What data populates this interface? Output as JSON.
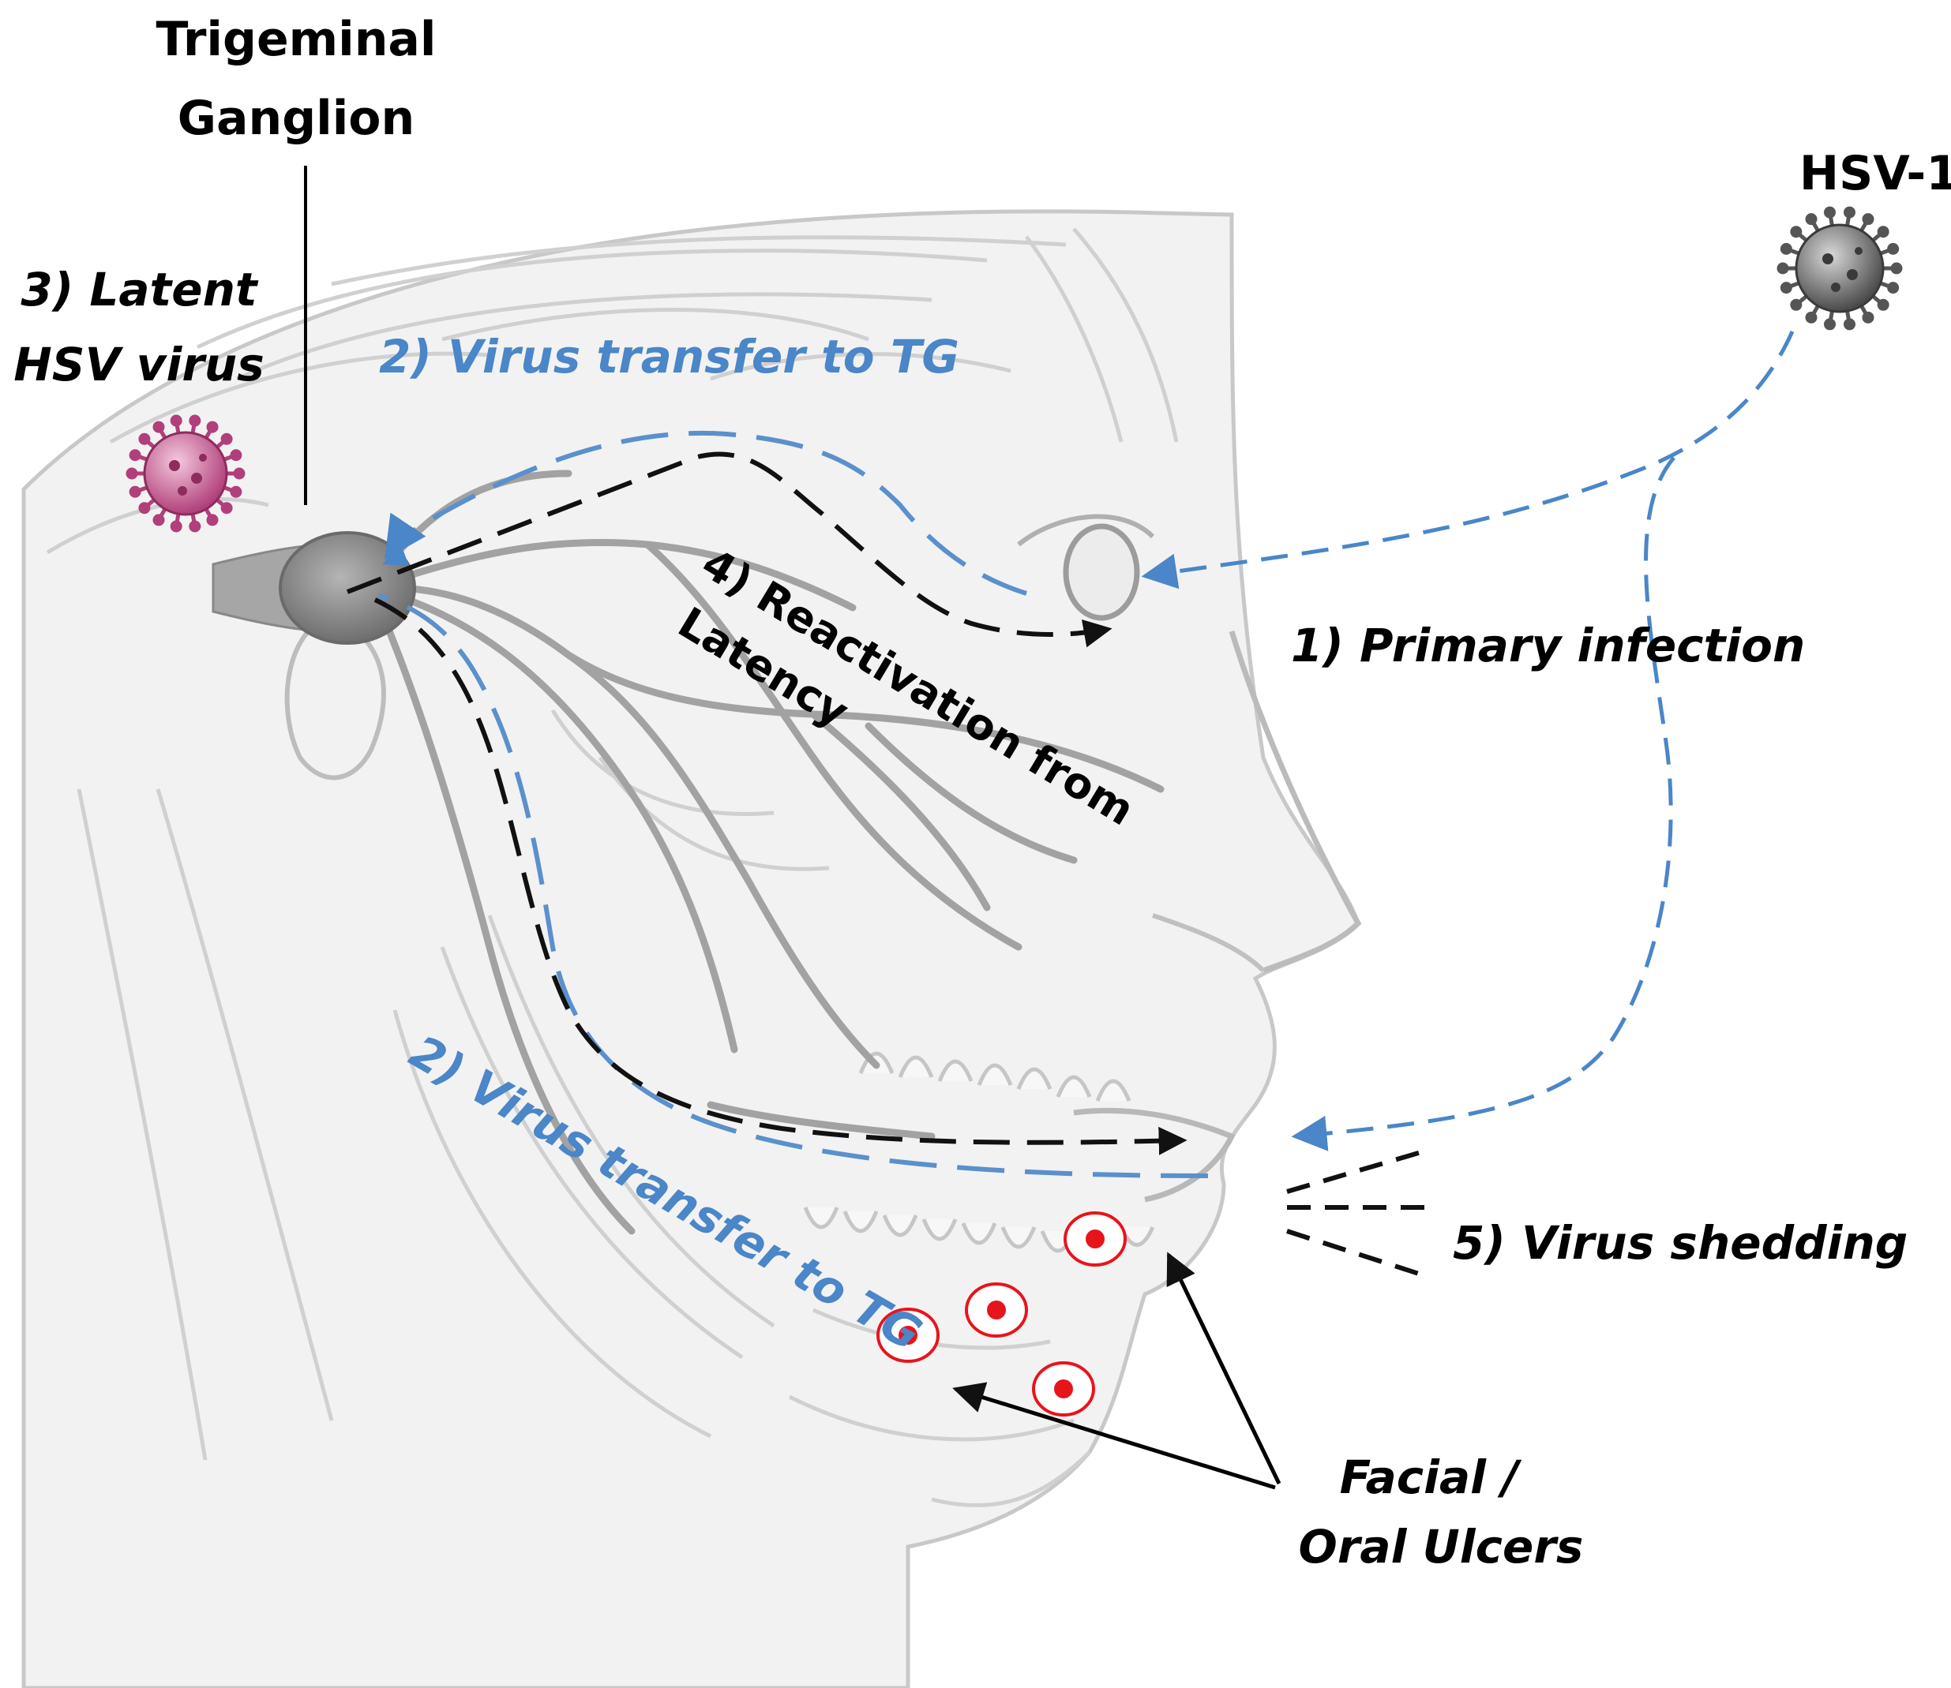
{
  "labels": {
    "tg_title_line1": "Trigeminal",
    "tg_title_line2": "Ganglion",
    "latent_line1": "3) Latent",
    "latent_line2": "HSV virus",
    "transfer_top": "2) Virus transfer to TG",
    "transfer_bottom": "2) Virus transfer to TG",
    "reactivation_line1": "4) Reactivation from",
    "reactivation_line2": "Latency",
    "primary_infection": "1) Primary infection",
    "hsv1": "HSV-1",
    "shedding": "5) Virus shedding",
    "ulcers_line1": "Facial /",
    "ulcers_line2": "Oral Ulcers"
  },
  "colors": {
    "blue_path": "#4a86c8",
    "black_path": "#111111",
    "ulcer_red": "#e8141c",
    "latent_virus": "#c8508e",
    "hsv1_virus": "#6a6a6a",
    "anatomy_stroke": "#c4c4c4",
    "nerve_stroke": "#9a9a9a"
  }
}
